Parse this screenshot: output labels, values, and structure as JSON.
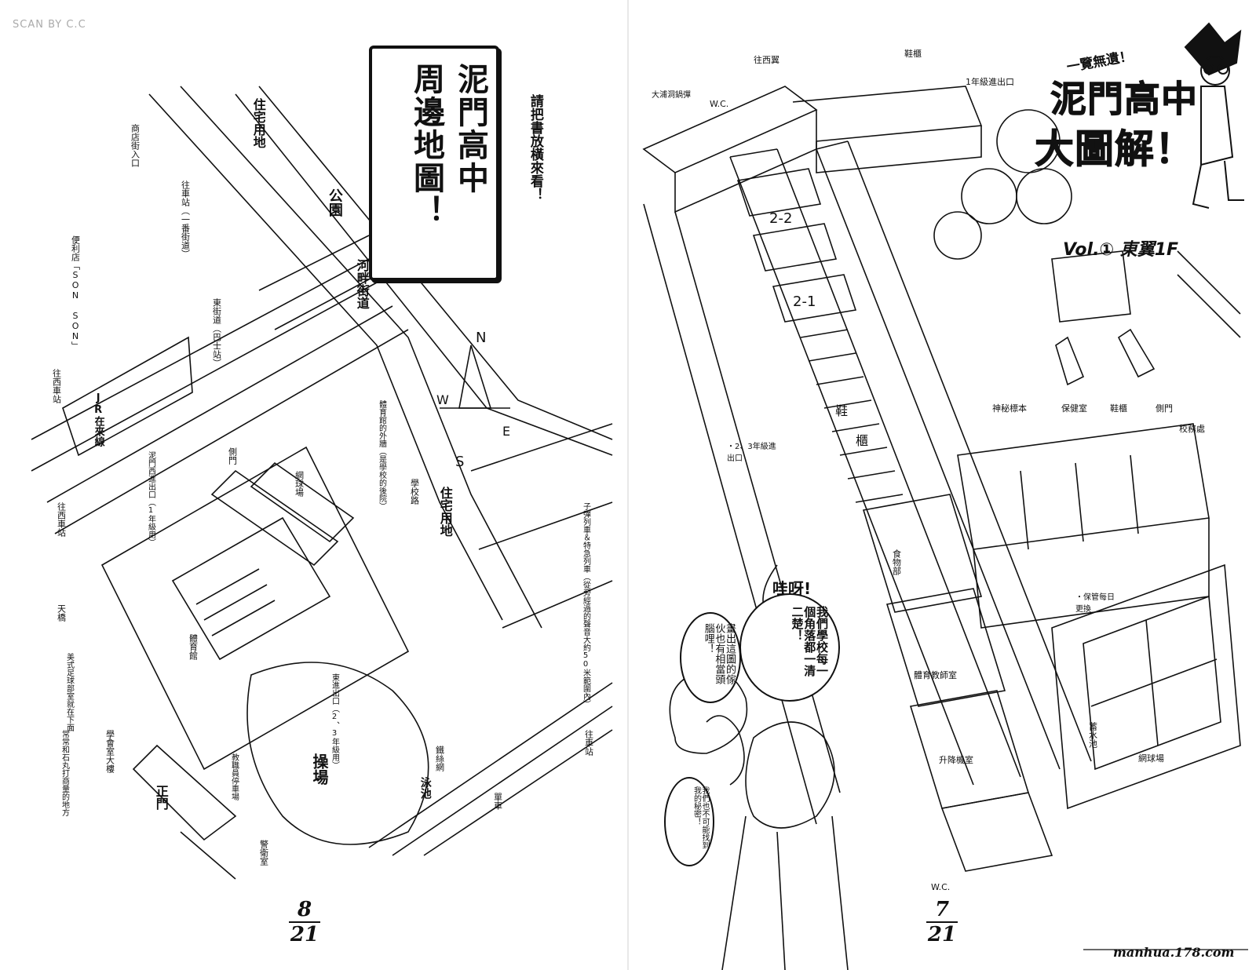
{
  "scan_credit": "SCAN BY C.C",
  "left_page": {
    "title_line1": "泥門高中",
    "title_line2": "周邊地圖！",
    "subtitle": "請把書放橫來看！",
    "page_top": "8",
    "page_bottom": "21",
    "compass": {
      "n": "N",
      "s": "S",
      "e": "E",
      "w": "W"
    },
    "labels": {
      "shopping_st": "商店街入口",
      "residential_1": "住宅用地",
      "residential_2": "住宅用地",
      "convenience": "便利店「SON SON」",
      "station_mall": "往車站（一番街道）",
      "park": "公園",
      "kawabata": "河畔街道",
      "jr_line": "JR在來線",
      "to_west_1": "往西車站",
      "to_west_2": "往西車站",
      "bus_stop": "東街道（巴士站）",
      "west_exit": "泥門西進出口（1年級用）",
      "side_gate": "側門",
      "tennis": "網球場",
      "gym_outer": "體育館的外牆（是學校的後院）",
      "school_south": "學校路",
      "overpass": "天橋",
      "amefoot_room": "美式足球部室就在下面",
      "gym": "體育館",
      "east_exit": "東進出口（2、3年級用）",
      "plaza": "操場",
      "pool": "泳池",
      "fence": "鐵絲網",
      "mob": "常常和石丸打商量的地方",
      "club_bldg": "學會室大樓",
      "main_gate": "正門",
      "parking": "教職員停車場",
      "guard": "警衛室",
      "bike": "單車",
      "train": "子彈列車＆特急列車（從旁經過的聲音大約50米範圍內）",
      "under_tracks": "往車站"
    }
  },
  "right_page": {
    "header_small": "一覽無遺！",
    "header_big1": "泥門高中",
    "header_big2": "大圖解！",
    "vol_label": "Vol.① 東翼1F",
    "page_top": "7",
    "page_bottom": "21",
    "labels": {
      "to_west_wing": "往西翼",
      "shoe_lockers_top": "鞋櫃",
      "first_year_exit": "1年級進出口",
      "ohtoro": "大浦洞鍋彈",
      "wc_top": "W.C.",
      "room_22": "2-2",
      "room_21": "2-1",
      "shoe_mid": "鞋",
      "shoe_mid2": "櫃",
      "grade23_exit": "・2、3年級進出口",
      "skeleton": "神秘標本",
      "nurse": "保健室",
      "shoe_lockers_r": "鞋櫃",
      "side_door": "側門",
      "office": "校務處",
      "food": "食物部",
      "wow": "哇呀!",
      "bubble_main": "我們學校每一個角落都一清二楚！",
      "bubble_left": "畫出這圖的傢伙也有相當頭腦哩！",
      "bubble_small": "我們也不可能找到我的秘密！",
      "gym_storage": "體育教師室",
      "lift_room": "升降機室",
      "guard_daily": "・保管每日更換",
      "tennis": "網球場",
      "water": "蓄水池",
      "wc_bottom": "W.C."
    },
    "watermark": "manhua.178.com"
  }
}
